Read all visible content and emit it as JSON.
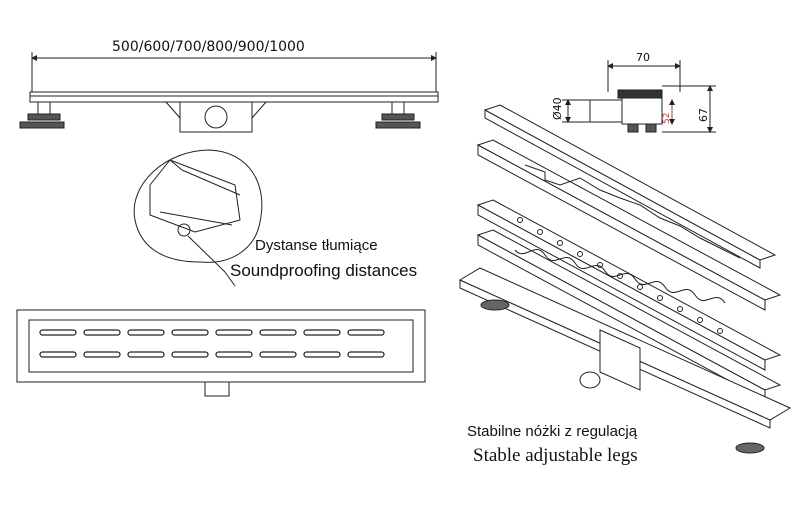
{
  "dimensions": {
    "length_options": "500/600/700/800/900/1000",
    "width": "70",
    "diameter": "40",
    "outlet_height": "52",
    "total_height": "67"
  },
  "captions": {
    "soundproofing_pl": "Dystanse tłumiące",
    "soundproofing_en": "Soundproofing distances",
    "legs_pl": "Stabilne nóżki z regulacją",
    "legs_en": "Stable adjustable legs"
  },
  "colors": {
    "line": "#222222",
    "dimension_accent": "#c0392b"
  }
}
